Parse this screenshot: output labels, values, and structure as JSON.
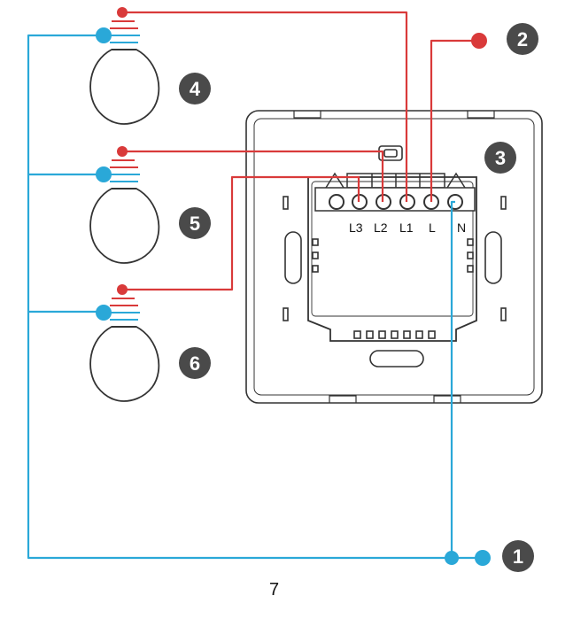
{
  "colors": {
    "live_wire": "#d93a3a",
    "neutral_wire": "#2aa8d8",
    "outline": "#333333",
    "badge": "#4a4a4a"
  },
  "terminals": {
    "l3": "L3",
    "l2": "L2",
    "l1": "L1",
    "l": "L",
    "n": "N"
  },
  "callouts": {
    "neutral": "1",
    "live": "2",
    "switch": "3",
    "lamp_1": "4",
    "lamp_2": "5",
    "lamp_3": "6"
  },
  "icons": {
    "lamp": "light-bulb-icon",
    "switch": "wall-switch-backplate-icon"
  },
  "page_number": "7"
}
